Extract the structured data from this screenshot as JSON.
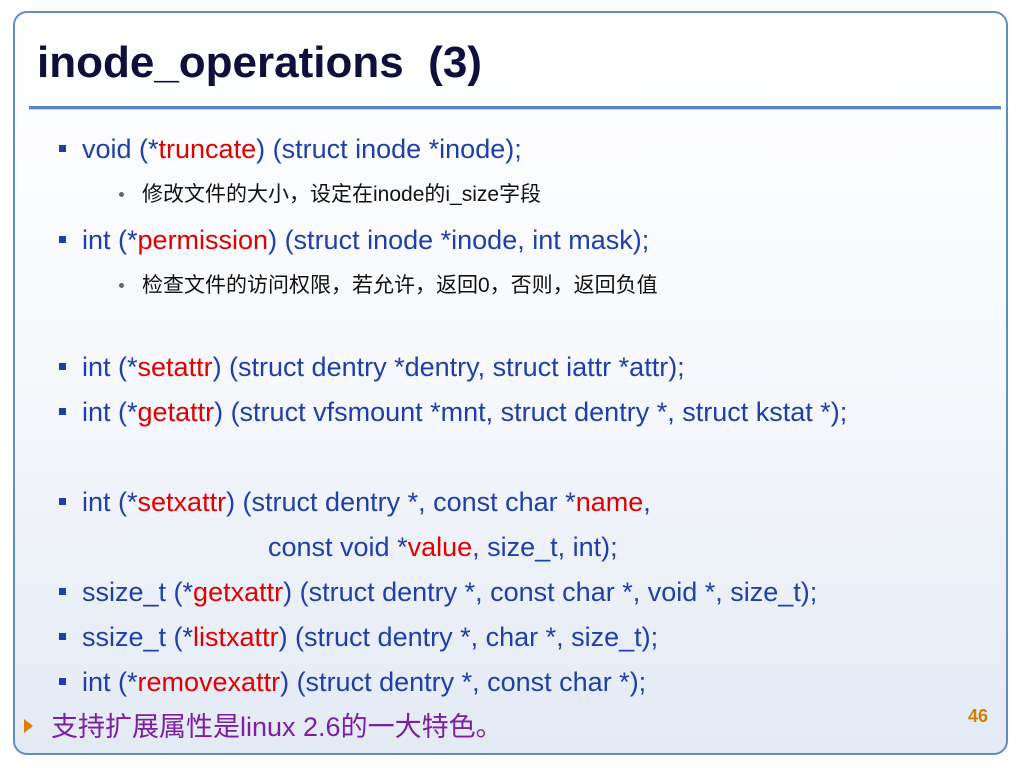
{
  "title": "inode_operations  (3)",
  "items": [
    {
      "pre": "void (*",
      "hl": "truncate",
      "post": ") (struct inode *inode);"
    },
    {
      "sub": "修改文件的大小，设定在inode的i_size字段"
    },
    {
      "pre": "int (*",
      "hl": "permission",
      "post": ") (struct inode *inode, int mask);"
    },
    {
      "sub": "检查文件的访问权限，若允许，返回0，否则，返回负值"
    },
    {
      "pre": "int (*",
      "hl": "setattr",
      "post": ") (struct dentry *dentry, struct iattr *attr);"
    },
    {
      "pre": "int (*",
      "hl": "getattr",
      "post": ") (struct vfsmount *mnt, struct dentry *, struct kstat *);"
    },
    {
      "pre": "int (*",
      "hl": "setxattr",
      "post": ") (struct dentry *, const char *",
      "hl2": "name",
      "post2": ","
    },
    {
      "pre": "const void *",
      "hl": "value",
      "post": ", size_t, int);"
    },
    {
      "pre": "ssize_t (*",
      "hl": "getxattr",
      "post": ") (struct dentry *, const char *, void *, size_t);"
    },
    {
      "pre": "ssize_t (*",
      "hl": "listxattr",
      "post": ") (struct dentry *, char *, size_t);"
    },
    {
      "pre": "int (*",
      "hl": "removexattr",
      "post": ") (struct dentry *, const char *);"
    }
  ],
  "note": "支持扩展属性是linux 2.6的一大特色。",
  "page_number": "46",
  "colors": {
    "text": "#1f3fa8",
    "highlight": "#e00000",
    "note": "#7b1fa2",
    "title": "#0e0f3a"
  }
}
